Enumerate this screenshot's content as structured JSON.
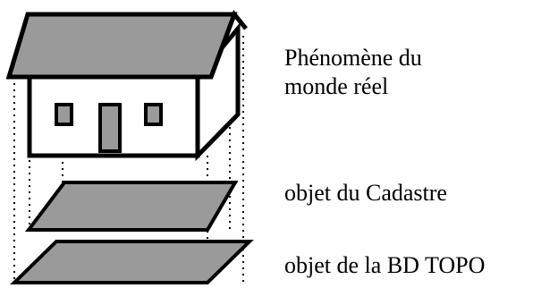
{
  "labels": {
    "real_world_line1": "Phénomène du",
    "real_world_line2": "monde réel",
    "cadastre_object": "objet du Cadastre",
    "bdtopo_object": "objet de la BD TOPO"
  },
  "colors": {
    "fill": "#9a9a9a",
    "stroke": "#000000",
    "background": "#ffffff"
  }
}
